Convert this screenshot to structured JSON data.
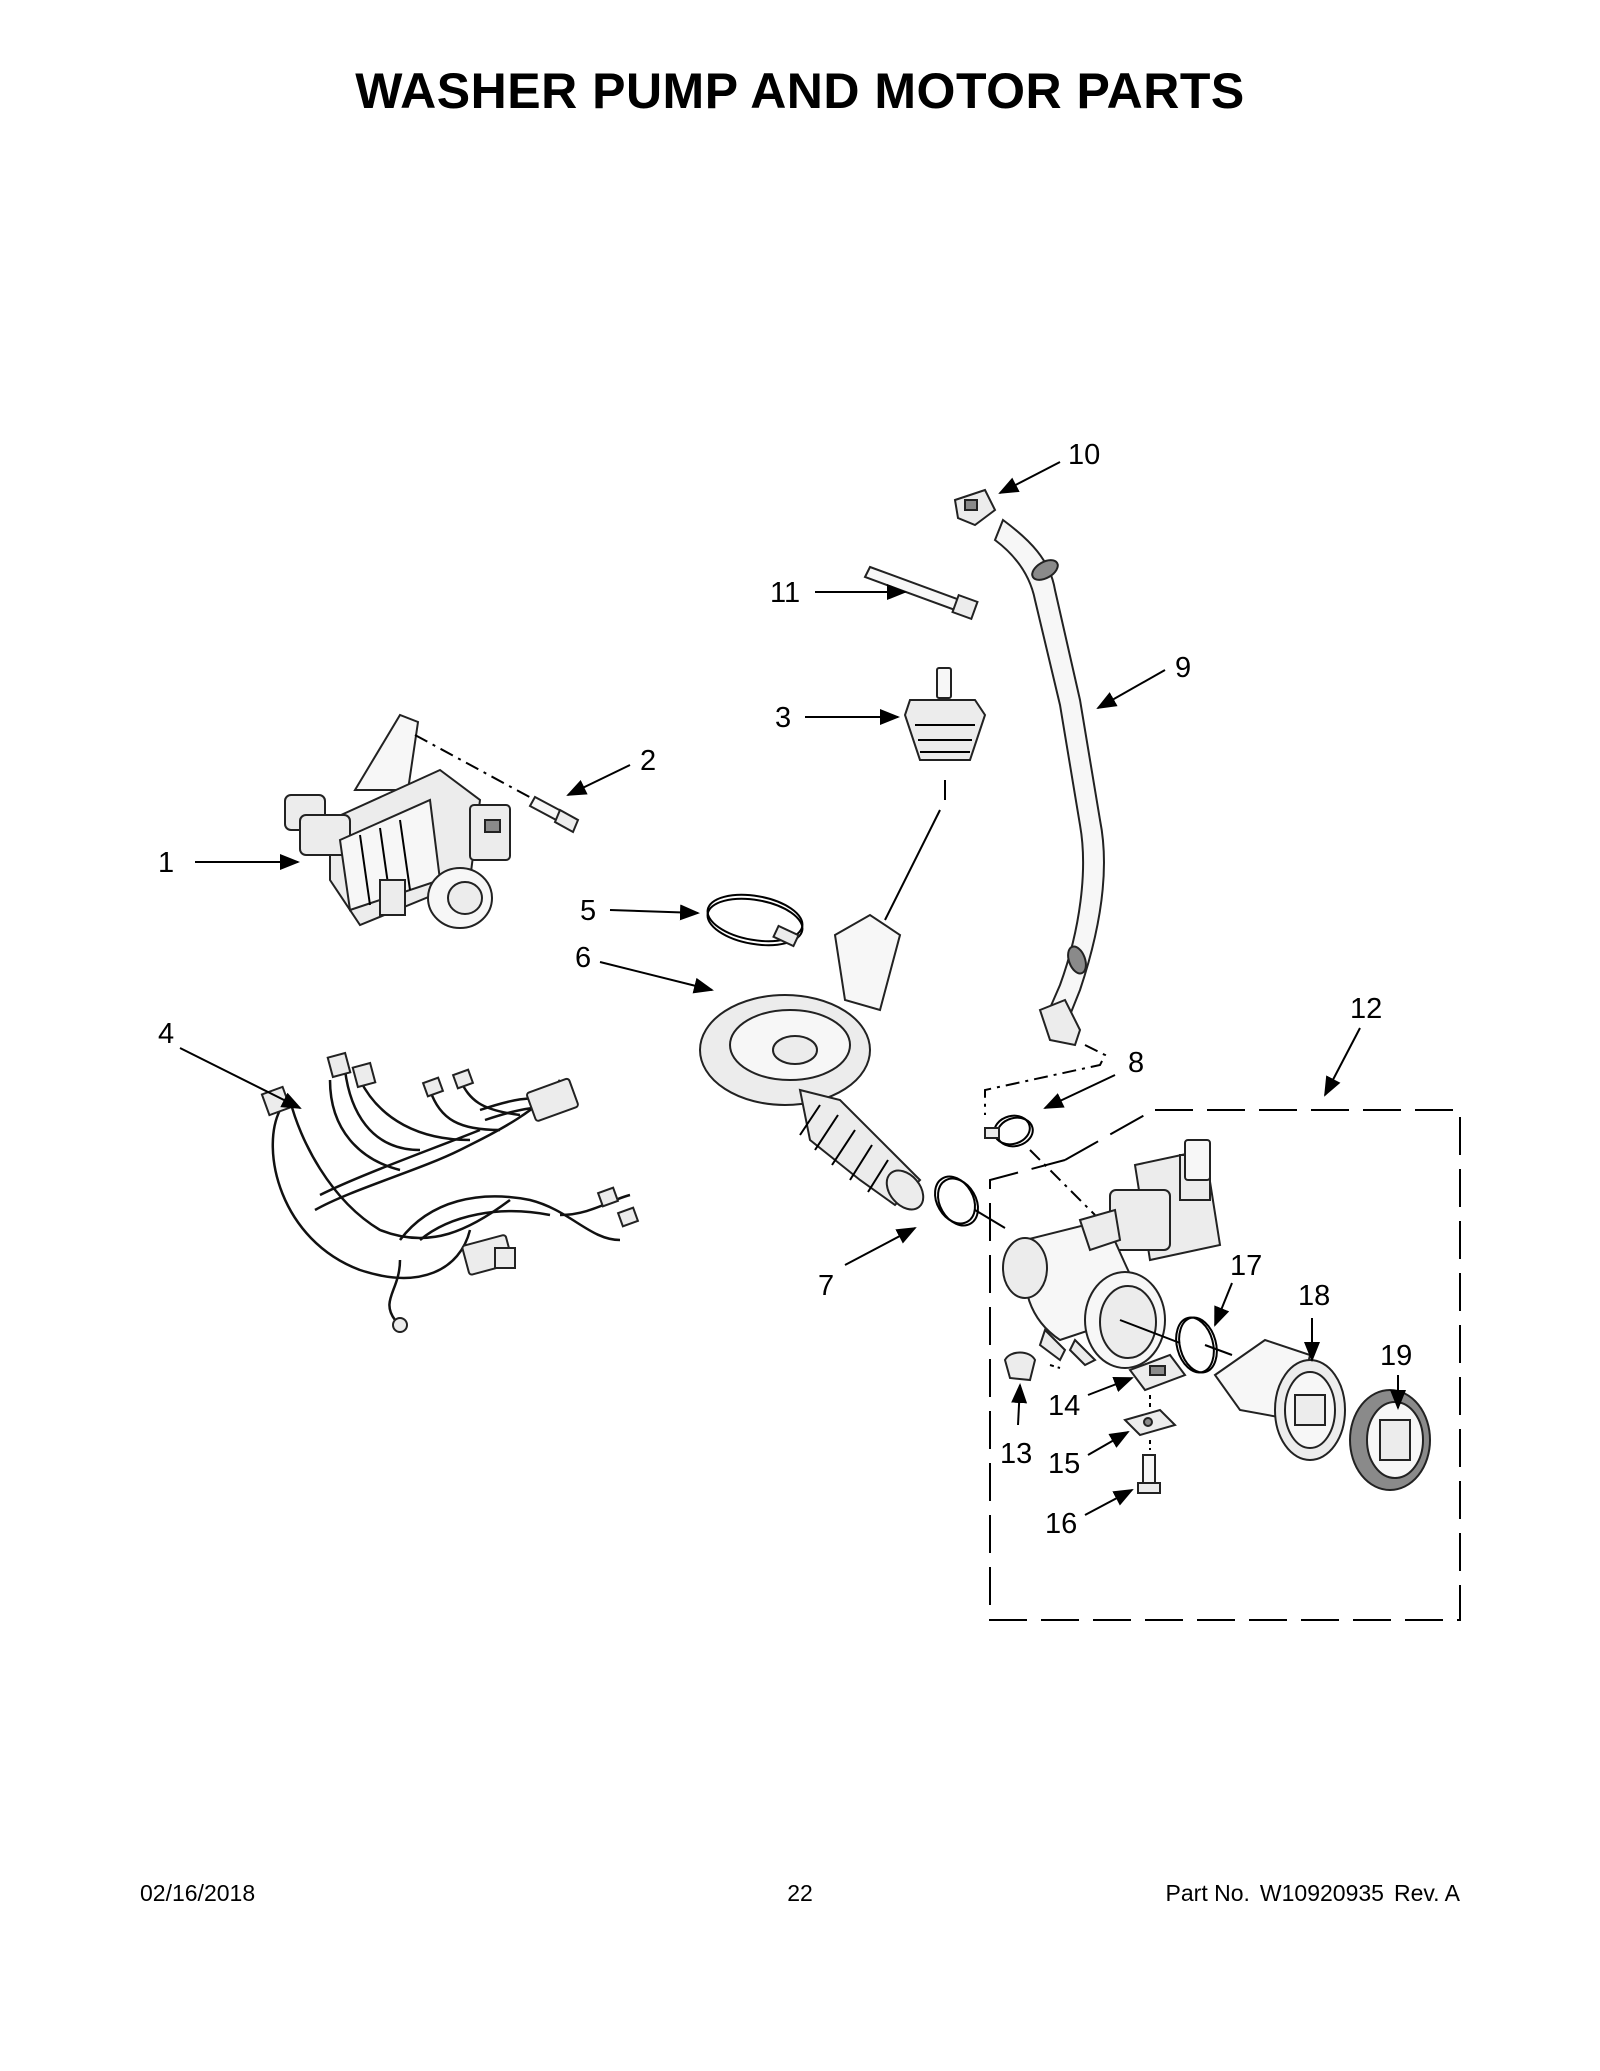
{
  "title": "WASHER PUMP AND MOTOR PARTS",
  "footer": {
    "date": "02/16/2018",
    "page": "22",
    "part_label": "Part No.",
    "part_number": "W10920935",
    "revision": "Rev.  A"
  },
  "callouts": {
    "c1": "1",
    "c2": "2",
    "c3": "3",
    "c4": "4",
    "c5": "5",
    "c6": "6",
    "c7": "7",
    "c8": "8",
    "c9": "9",
    "c10": "10",
    "c11": "11",
    "c12": "12",
    "c13": "13",
    "c14": "14",
    "c15": "15",
    "c16": "16",
    "c17": "17",
    "c18": "18",
    "c19": "19"
  }
}
